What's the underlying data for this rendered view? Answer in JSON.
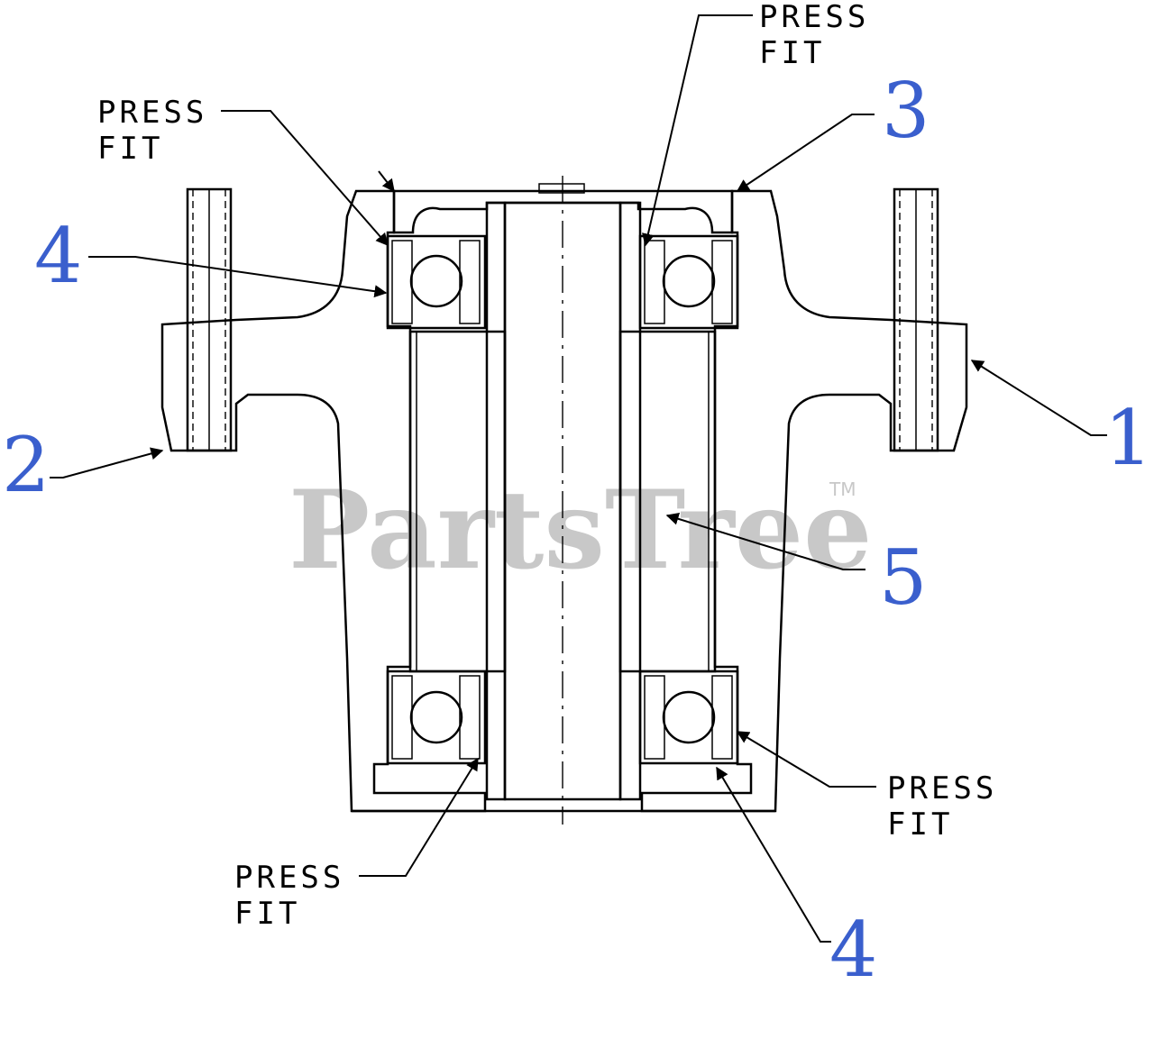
{
  "diagram": {
    "notes": {
      "press_fit_label_line1": "PRESS",
      "press_fit_label_line2": "FIT"
    },
    "callouts": {
      "one": "1",
      "two": "2",
      "three": "3",
      "four": "4",
      "five": "5"
    },
    "watermark": {
      "text": "PartsTree",
      "trademark": "TM"
    }
  },
  "colors": {
    "callout_blue": "#3a5fcd",
    "line": "#000000",
    "watermark_gray": "#c8c8c8"
  }
}
